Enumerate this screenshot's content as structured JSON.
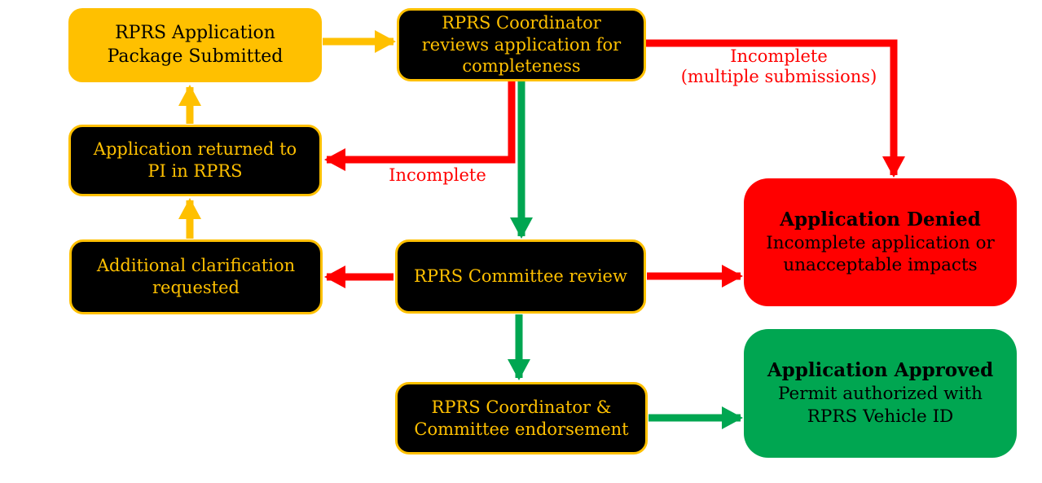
{
  "diagram": {
    "type": "flowchart",
    "background": "#FFFFFF"
  },
  "colors": {
    "gold": "#FFC000",
    "black": "#000000",
    "red": "#FF0000",
    "green": "#00A651"
  },
  "nodes": {
    "submitted": {
      "label": "RPRS Application\nPackage Submitted",
      "style": "gold"
    },
    "coordinator_review": {
      "label": "RPRS Coordinator\nreviews application for\ncompleteness",
      "style": "black"
    },
    "returned": {
      "label": "Application returned to\nPI in RPRS",
      "style": "black"
    },
    "clarification": {
      "label": "Additional clarification\nrequested",
      "style": "black"
    },
    "committee_review": {
      "label": "RPRS Committee review",
      "style": "black"
    },
    "endorsement": {
      "label": "RPRS Coordinator &\nCommittee endorsement",
      "style": "black"
    },
    "denied": {
      "title": "Application Denied",
      "body": "Incomplete application or\nunacceptable impacts",
      "style": "red"
    },
    "approved": {
      "title": "Application Approved",
      "body": "Permit authorized with\nRPRS Vehicle ID",
      "style": "green"
    }
  },
  "edge_labels": {
    "incomplete": "Incomplete",
    "incomplete_multiple": "Incomplete\n(multiple submissions)"
  },
  "edges": [
    {
      "from": "RPRS Application Package Submitted",
      "to": "RPRS Coordinator reviews application for completeness",
      "color": "gold",
      "label": ""
    },
    {
      "from": "RPRS Coordinator reviews application for completeness",
      "to": "Application Denied",
      "color": "red",
      "label": "Incomplete (multiple submissions)"
    },
    {
      "from": "RPRS Coordinator reviews application for completeness",
      "to": "Application returned to PI in RPRS",
      "color": "red",
      "label": "Incomplete"
    },
    {
      "from": "RPRS Coordinator reviews application for completeness",
      "to": "RPRS Committee review",
      "color": "green",
      "label": ""
    },
    {
      "from": "Application returned to PI in RPRS",
      "to": "RPRS Application Package Submitted",
      "color": "gold",
      "label": ""
    },
    {
      "from": "Additional clarification requested",
      "to": "Application returned to PI in RPRS",
      "color": "gold",
      "label": ""
    },
    {
      "from": "RPRS Committee review",
      "to": "Additional clarification requested",
      "color": "red",
      "label": ""
    },
    {
      "from": "RPRS Committee review",
      "to": "Application Denied",
      "color": "red",
      "label": ""
    },
    {
      "from": "RPRS Committee review",
      "to": "RPRS Coordinator & Committee endorsement",
      "color": "green",
      "label": ""
    },
    {
      "from": "RPRS Coordinator & Committee endorsement",
      "to": "Application Approved",
      "color": "green",
      "label": ""
    }
  ]
}
